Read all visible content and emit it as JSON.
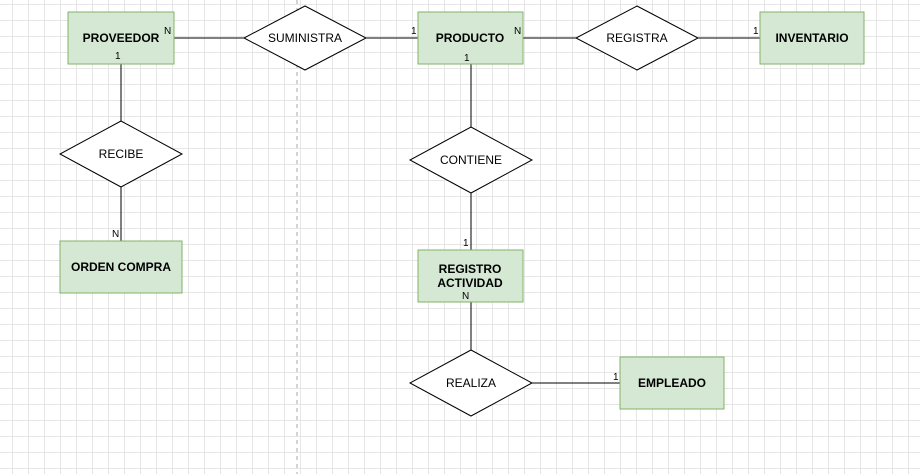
{
  "entities": {
    "proveedor": "PROVEEDOR",
    "producto": "PRODUCTO",
    "inventario": "INVENTARIO",
    "orden_compra": "ORDEN COMPRA",
    "registro_actividad": [
      "REGISTRO",
      "ACTIVIDAD"
    ],
    "empleado": "EMPLEADO"
  },
  "relationships": {
    "suministra": "SUMINISTRA",
    "registra": "REGISTRA",
    "recibe": "RECIBE",
    "contiene": "CONTIENE",
    "realiza": "REALIZA"
  },
  "cardinalities": {
    "proveedor_suministra": "N",
    "suministra_producto": "1",
    "producto_registra": "N",
    "registra_inventario": "1",
    "proveedor_recibe": "1",
    "recibe_orden": "N",
    "producto_contiene": "1",
    "contiene_registro": "1",
    "registro_realiza": "N",
    "realiza_empleado": "1"
  },
  "colors": {
    "entity_fill": "#d5e8d4",
    "entity_stroke": "#82b366",
    "relation_fill": "#ffffff",
    "line": "#000000",
    "grid": "#e6e6e6",
    "guide_dash": "#aaaaaa"
  }
}
